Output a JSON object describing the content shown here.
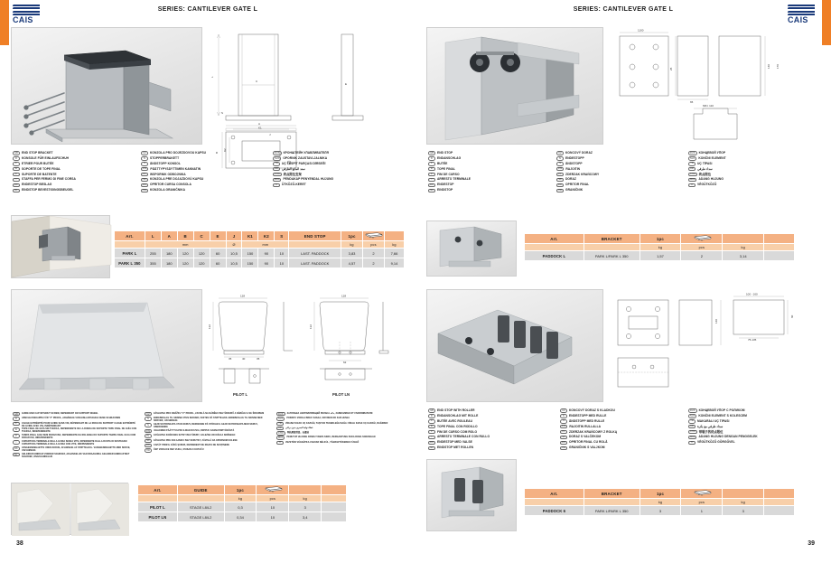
{
  "brand": {
    "name": "CAIS",
    "accent": "#ef7f26",
    "logo_color": "#1a3a7a"
  },
  "header": {
    "left_title": "SERIES: CANTILEVER GATE L",
    "right_title": "SERIES: CANTILEVER GATE L"
  },
  "pages": {
    "left_number": "38",
    "right_number": "39"
  },
  "sections": {
    "end_stop_bracket": {
      "legend_columns": [
        [
          {
            "code": "GB",
            "text": "END STOP BRACKET"
          },
          {
            "code": "D",
            "text": "KONSOLE FÜR EINLAUFSCHUH"
          },
          {
            "code": "F",
            "text": "ETRIER POUR BUTÉE"
          },
          {
            "code": "E",
            "text": "SOPORTE DE TOPE FINAL"
          },
          {
            "code": "P",
            "text": "SUPORTE DE BATENTE"
          },
          {
            "code": "I",
            "text": "STAFFA PER FERMO DI FINE CORSA"
          },
          {
            "code": "DK",
            "text": "ENDESTOP BESLAG"
          },
          {
            "code": "NL",
            "text": "EINDSTOP BEVESTIGINGSBEUGEL"
          }
        ],
        [
          {
            "code": "CZ",
            "text": "KONZOLA PRO DOJEZDOVOU KAPSU"
          },
          {
            "code": "N",
            "text": "STOPPERBRAKETT"
          },
          {
            "code": "S",
            "text": "ÄNDSTOPP KONSOL"
          },
          {
            "code": "FIN",
            "text": "PÄÄTTYPYSÄYTTIMEN KANNATIN"
          },
          {
            "code": "PL",
            "text": "WSPORNIK ODBOJNIKA"
          },
          {
            "code": "SK",
            "text": "KONZOLA PRE DOJAZDOVÚ KAPSU"
          },
          {
            "code": "RO",
            "text": "OPRITOR CURSA CONSOLA"
          },
          {
            "code": "HR",
            "text": "KONZOLA GRANIČNIKA"
          }
        ],
        [
          {
            "code": "RUS",
            "text": "КРОНШТЕЙН УЛАВЛИВАТЕЛЯ"
          },
          {
            "code": "SLO",
            "text": "OPORNIK ZAUSTAVLJALNIKA"
          },
          {
            "code": "TR",
            "text": "UÇ TESPİT PARÇASI DİRSEĞİ"
          },
          {
            "code": "AR",
            "text": "سند المانع الطرفي",
            "rtl": true
          },
          {
            "code": "CHN",
            "text": "终点限位支架"
          },
          {
            "code": "MAL",
            "text": "PENDAKAP PENYENDAL HUJUNG"
          },
          {
            "code": "H",
            "text": "ÜTKÖZŐ-KERET"
          }
        ]
      ],
      "table": {
        "headers": [
          "Art.",
          "L",
          "A",
          "B",
          "C",
          "E",
          "J",
          "K1",
          "K2",
          "S",
          "END STOP",
          "1pc",
          "",
          "pallet-icon",
          ""
        ],
        "units": [
          "",
          "",
          "",
          "",
          "mm",
          "",
          "Ø",
          "",
          "mm",
          "",
          "",
          "kg",
          "pcs",
          "kg",
          ""
        ],
        "unit_groups": [
          {
            "label": "",
            "span": 1
          },
          {
            "label": "mm",
            "span": 5
          },
          {
            "label": "Ø",
            "span": 1
          },
          {
            "label": "mm",
            "span": 3
          },
          {
            "label": "",
            "span": 1
          },
          {
            "label": "kg",
            "span": 1
          },
          {
            "label": "pcs",
            "span": 1
          },
          {
            "label": "kg",
            "span": 1
          },
          {
            "label": "",
            "span": 1
          }
        ],
        "rows": [
          {
            "cells": [
              "PARK L",
              "255",
              "180",
              "120",
              "120",
              "60",
              "10,5",
              "150",
              "90",
              "10",
              "LAST. PADDOCK",
              "3,83",
              "2",
              "7,66",
              ""
            ]
          },
          {
            "cells": [
              "PARK L 350",
              "355",
              "180",
              "120",
              "120",
              "60",
              "10,5",
              "150",
              "90",
              "10",
              "LAST. PADDOCK",
              "4,57",
              "2",
              "9,14",
              ""
            ]
          }
        ]
      },
      "drawing_labels": [
        "L",
        "C",
        "E",
        "A",
        "K1",
        "B",
        "K2",
        "J",
        "S"
      ]
    },
    "end_stop": {
      "legend_columns": [
        [
          {
            "code": "GB",
            "text": "END STOP"
          },
          {
            "code": "D",
            "text": "ENDANSCHLAG"
          },
          {
            "code": "F",
            "text": "BUTÉE"
          },
          {
            "code": "E",
            "text": "TOPE FINAL"
          },
          {
            "code": "P",
            "text": "FIM DE CURSO"
          },
          {
            "code": "I",
            "text": "ARRESTO TERMINALE"
          },
          {
            "code": "DK",
            "text": "ENDESTOP"
          },
          {
            "code": "NL",
            "text": "EINDSTOP"
          }
        ],
        [
          {
            "code": "CZ",
            "text": "KONCOVÝ DORAZ"
          },
          {
            "code": "N",
            "text": "ENDESTOPP"
          },
          {
            "code": "S",
            "text": "ÄNDSTOPP"
          },
          {
            "code": "FIN",
            "text": "RAJOITIN"
          },
          {
            "code": "PL",
            "text": "ZDERZAK KRAŃCOWY"
          },
          {
            "code": "SK",
            "text": "DORAZ"
          },
          {
            "code": "RO",
            "text": "OPRITOR FINAL"
          },
          {
            "code": "HR",
            "text": "GRANIČNIK"
          }
        ],
        [
          {
            "code": "RUS",
            "text": "КОНЦЕВОЙ УПОР"
          },
          {
            "code": "SLO",
            "text": "KONČNI ELEMENT"
          },
          {
            "code": "TR",
            "text": "UÇ TİPASI"
          },
          {
            "code": "AR",
            "text": "سداد طرفي",
            "rtl": true
          },
          {
            "code": "CHN",
            "text": "终点限位"
          },
          {
            "code": "MAL",
            "text": "ADANG HUJUNG"
          },
          {
            "code": "H",
            "text": "VÉGÜTKÖZŐ"
          }
        ]
      ],
      "table": {
        "headers": [
          "Art.",
          "BRACKET",
          "1pc",
          "pallet-icon",
          ""
        ],
        "unit_groups": [
          {
            "label": "",
            "span": 1
          },
          {
            "label": "",
            "span": 1
          },
          {
            "label": "kg",
            "span": 1
          },
          {
            "label": "pcs",
            "span": 1
          },
          {
            "label": "kg",
            "span": 1
          },
          {
            "label": "",
            "span": 1
          }
        ],
        "rows": [
          {
            "cells": [
              "PADDOCK L",
              "PARK L/PARK L 350",
              "1,57",
              "2",
              "3,14",
              ""
            ]
          }
        ]
      }
    },
    "guide_cover": {
      "legend_columns": [
        [
          {
            "code": "GB",
            "text": "GUIDE END CAP WITHOUT SCREW, DEPENDENT ON SUPPORT WHEEL"
          },
          {
            "code": "D",
            "text": "ABSCHLUSSKAPPE FÜR \"Z\" PROFIL, ABHÄNGIG VON EINLAUFSCHUH OHNE SCHRAUBEN"
          },
          {
            "code": "F",
            "text": "CACHE EXTRÉMITÉ POUR GUIDE SANS VIS, DÉPENDANT DE LA ROUE DE SUPPORT CACHE EXTRÉMITÉ DE GUIDE AVEC VIS, INDÉPENDANT"
          },
          {
            "code": "E",
            "text": "TOPE FINAL DE GUÍA SIN TUERCA, DEPENDIENTE DE LA RUEDA DE SOPORTE TOPE FINAL DE GUÍA CON TUERCA, INDEPENDIENTE"
          },
          {
            "code": "P",
            "text": "TAMPA FINAL GUIA SEM PARAFUSO, DEPENDENTE DA ROLDANA DO SUPORTE TAMPA FINAL GUIA COM PARAFUSO, INDEPENDENTE"
          },
          {
            "code": "I",
            "text": "COPERTURA TERMINALE DELLA GUIDA SENZA VITE, DIPENDENTE DALLA RUOTA DI SOSTEGNO COPERTURA TERMINALE DELLA GUIDA CON VITE, INDIPENDENTE"
          },
          {
            "code": "DK",
            "text": "VANGEENDEHAETTE UDEN SKRUE, AFHÆNGIG AF STØTTEHJUL. VANGEENDEHÆTTE MED SKRUE, UAFHÆNGIG"
          },
          {
            "code": "NL",
            "text": "GELEIDER EINDKAP ZONDER SCHROEF, AFHANKELIJK VAN DRAAGWIEL GELEIDER EINDKAP MET SCHROEF, ONAFHANKELIJK"
          }
        ],
        [
          {
            "code": "CZ",
            "text": "ZÁSLEPKA PRO DRÁŽKU \"Z\" PROFIL, ZAVISLÁ NA NÁBĚHU BEZ ŠROUBŮ A NÁBĚHU A SE ŠROUBEM"
          },
          {
            "code": "N",
            "text": "ENDEBESLAG TIL SKINNE UTEN SKRUER, FESTES PÅ STØTTEHJUL ENDEBESLAG TIL SKINNE MED SKRUER, UAVHENGIG"
          },
          {
            "code": "S",
            "text": "GEJD SKYDDSKAPA UTAN SKRUV, BEROENDE PÅ STÖDHJUL GEJD SKYDDSKAPA MED SKRUV, OBEROENDE"
          },
          {
            "code": "FIN",
            "text": "OHJAIMEN PÄÄTYTULPPA ILMAN RUUVIA, RIIPPUU KANNATINPYÖRÄSTÄ"
          },
          {
            "code": "PL",
            "text": "ZAŚLEPKA KOŃCOWA SZYNY BEZ ŚRUBY, ZALEŻNA OD KÓŁKA NOŚNEGO"
          },
          {
            "code": "SK",
            "text": "ZÁSLEPKA PRE KOĽAJNICU BEZ SKRUTKY, ZÁVISLÁ NA OPORNOM KOLESE"
          },
          {
            "code": "RO",
            "text": "CAPĂT PROFIL FĂRĂ ŞURUB, DEPENDENT DE ROATA DE SUSŢINERE"
          },
          {
            "code": "HR",
            "text": "ČEP VODILICE BEZ VIJKA, OVISAN O KOTAČU"
          }
        ],
        [
          {
            "code": "RUS",
            "text": "ЗАГЛУШКА НАПРАВЛЯЮЩЕЙ РЕЛЬСА «Z», ЗАВИСИМАЯ ОТ УЛАВЛИВАТЕЛЯ"
          },
          {
            "code": "SLO",
            "text": "POKROV VODILA BREZ VIJAKA, ODVISEN OD ZAVLJENJA"
          },
          {
            "code": "TR",
            "text": "VİDASIZ KIZAK UÇ KAPAĞI, TAŞIYICI TEKERLEĞE BAĞLI VİDALI KIZAK UÇ KAPAĞI, BAĞIMSIZ"
          },
          {
            "code": "AR",
            "text": "غطاء نهاية المجرى بدون براغي",
            "rtl": true
          },
          {
            "code": "CHN",
            "text": "导轨尾部封盖，无螺丝"
          },
          {
            "code": "MAL",
            "text": "PENUTUP HUJUNG PANDU TANPA SKRU, BERGANTUNG PADA RODA SOKONGAN"
          },
          {
            "code": "H",
            "text": "VEZETÉSI VÉGSÁPKA CSAVAR NÉLKÜL, TÁMASZTÓKEREK FÜGGŐ"
          }
        ]
      ],
      "table": {
        "headers": [
          "Art.",
          "GUIDE",
          "1pc",
          "pallet-icon",
          ""
        ],
        "unit_groups": [
          {
            "label": "",
            "span": 1
          },
          {
            "label": "",
            "span": 1
          },
          {
            "label": "kg",
            "span": 1
          },
          {
            "label": "pcs",
            "span": 1
          },
          {
            "label": "kg",
            "span": 1
          },
          {
            "label": "",
            "span": 1
          }
        ],
        "rows": [
          {
            "cells": [
              "PILOT L",
              "STAGE L8/L2",
              "0,3",
              "10",
              "3",
              ""
            ]
          },
          {
            "cells": [
              "PILOT LN",
              "STAGE L8/L2",
              "0,34",
              "10",
              "3,4",
              ""
            ]
          }
        ]
      },
      "drawing_captions": [
        "PILOT L",
        "PILOT LN"
      ]
    },
    "end_stop_roller": {
      "legend_columns": [
        [
          {
            "code": "GB",
            "text": "END STOP WITH ROLLER"
          },
          {
            "code": "D",
            "text": "ENDANSCHLAG MIT ROLLE"
          },
          {
            "code": "F",
            "text": "BUTÉE AVEC ROULEAU"
          },
          {
            "code": "E",
            "text": "TOPE FINAL CON RODILLO"
          },
          {
            "code": "P",
            "text": "FIM DE CURSO COM ROLO"
          },
          {
            "code": "I",
            "text": "ARRESTO TERMINALE CON RULLO"
          },
          {
            "code": "DK",
            "text": "ENDESTOP MED VALSE"
          },
          {
            "code": "NL",
            "text": "EINDSTOP MET ROLLEN"
          }
        ],
        [
          {
            "code": "CZ",
            "text": "KONCOVÝ DORAZ S KLADKOU"
          },
          {
            "code": "N",
            "text": "ENDESTOPP MED RULLE"
          },
          {
            "code": "S",
            "text": "ÄNDSTOPP MED RULLE"
          },
          {
            "code": "FIN",
            "text": "RAJOITIN RULLALLA"
          },
          {
            "code": "PL",
            "text": "ZDERZAK KRAŃCOWY Z ROLKĄ"
          },
          {
            "code": "SK",
            "text": "DORAZ S VALČEKOM"
          },
          {
            "code": "RO",
            "text": "OPRITOR FINAL CU ROLĂ"
          },
          {
            "code": "HR",
            "text": "GRANIČNIK S VALJKOM"
          }
        ],
        [
          {
            "code": "RUS",
            "text": "КОНЦЕВОЙ УПОР С РОЛИКОМ"
          },
          {
            "code": "SLO",
            "text": "KONČNI ELEMENT S KOLESCEM"
          },
          {
            "code": "TR",
            "text": "MAKARALI UÇ TIPASI"
          },
          {
            "code": "AR",
            "text": "سداد طرفي مع بكرة",
            "rtl": true
          },
          {
            "code": "CHN",
            "text": "带辊子的终点限位"
          },
          {
            "code": "MAL",
            "text": "ADANG HUJUNG DENGAN PENGGELEK"
          },
          {
            "code": "H",
            "text": "VÉGÜTKÖZŐ GÖRGŐVEL"
          }
        ]
      ],
      "table": {
        "headers": [
          "Art.",
          "BRACKET",
          "1pc",
          "pallet-icon",
          ""
        ],
        "unit_groups": [
          {
            "label": "",
            "span": 1
          },
          {
            "label": "",
            "span": 1
          },
          {
            "label": "kg",
            "span": 1
          },
          {
            "label": "pcs",
            "span": 1
          },
          {
            "label": "kg",
            "span": 1
          },
          {
            "label": "",
            "span": 1
          }
        ],
        "rows": [
          {
            "cells": [
              "PADDOCK 6",
              "PARK L/PARK L 350",
              "3",
              "1",
              "3",
              ""
            ]
          }
        ]
      }
    }
  },
  "drawing_dimensions": {
    "tr_top": [
      "1100",
      "65",
      "25",
      "140",
      "170"
    ],
    "tr_bottom": [
      "MIN. 110"
    ],
    "br_top": [
      "100 - 160",
      "75-135",
      "60",
      "140"
    ],
    "guide_top": [
      "128",
      "132",
      "35",
      "40",
      "35",
      "62"
    ]
  }
}
